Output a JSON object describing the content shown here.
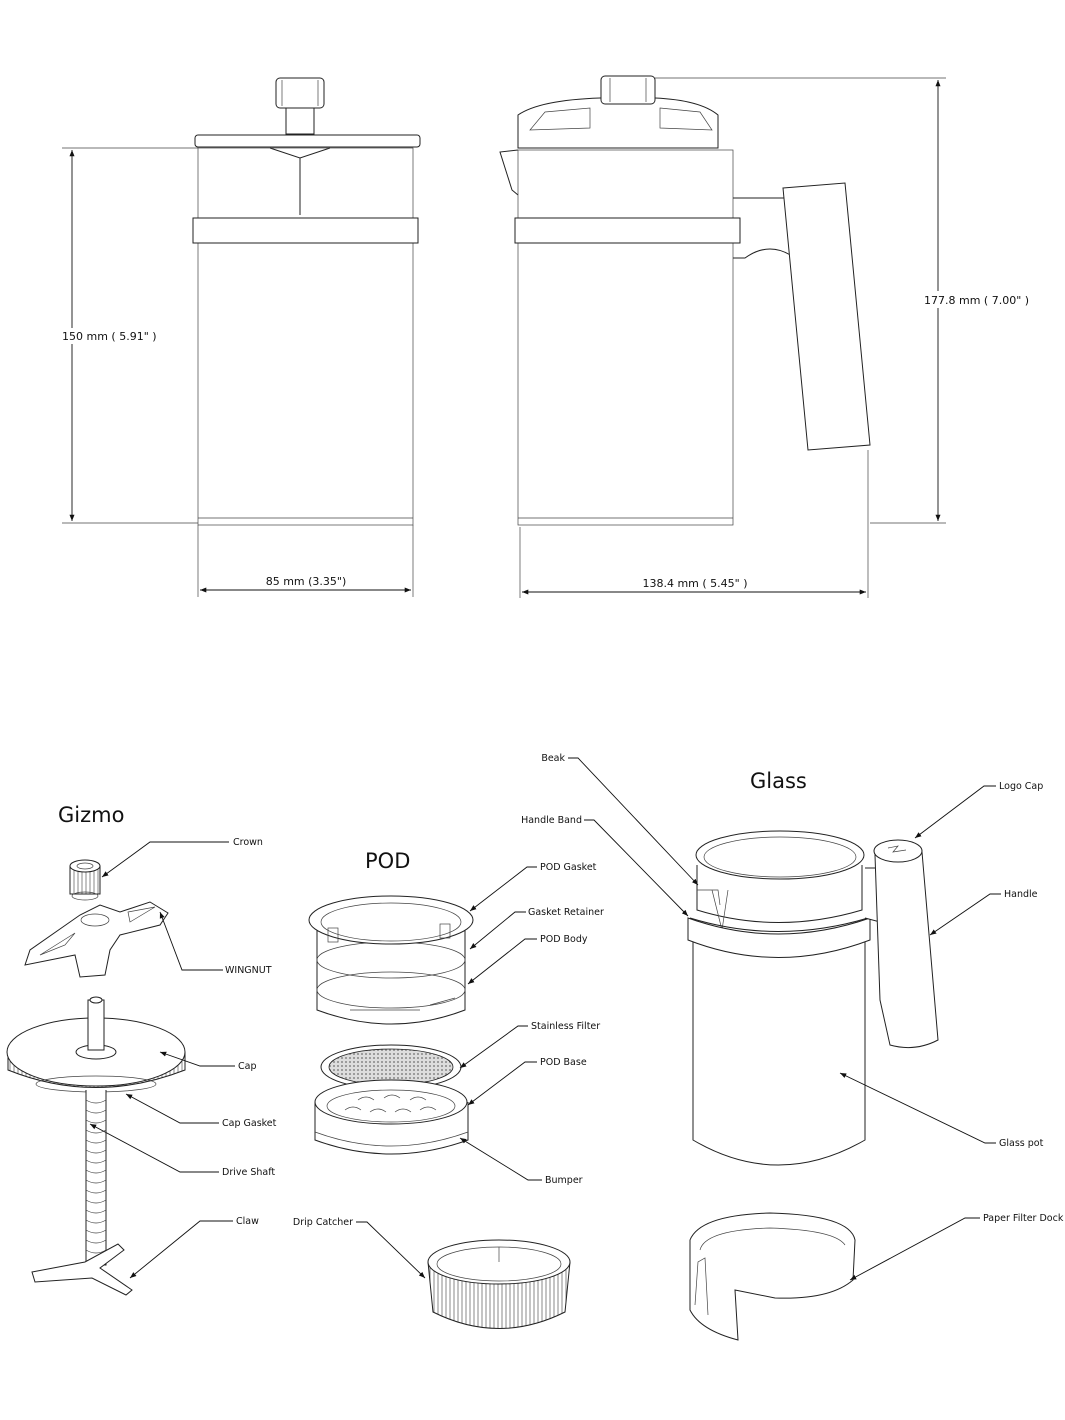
{
  "dimensions": {
    "front_height": "150  mm ( 5.91\" )",
    "front_width": "85  mm (3.35\")",
    "side_height": "177.8  mm ( 7.00\" )",
    "side_width": "138.4  mm ( 5.45\" )"
  },
  "sections": {
    "gizmo": "Gizmo",
    "pod": "POD",
    "glass": "Glass"
  },
  "parts": {
    "crown": "Crown",
    "wingnut": "WINGNUT",
    "cap": "Cap",
    "cap_gasket": "Cap Gasket",
    "drive_shaft": "Drive Shaft",
    "claw": "Claw",
    "drip_catcher": "Drip Catcher",
    "pod_gasket": "POD Gasket",
    "gasket_retainer": "Gasket Retainer",
    "pod_body": "POD Body",
    "stainless_filter": "Stainless Filter",
    "pod_base": "POD Base",
    "bumper": "Bumper",
    "beak": "Beak",
    "handle_band": "Handle Band",
    "logo_cap": "Logo Cap",
    "handle": "Handle",
    "glass_pot": "Glass pot",
    "paper_filter_dock": "Paper Filter Dock"
  }
}
